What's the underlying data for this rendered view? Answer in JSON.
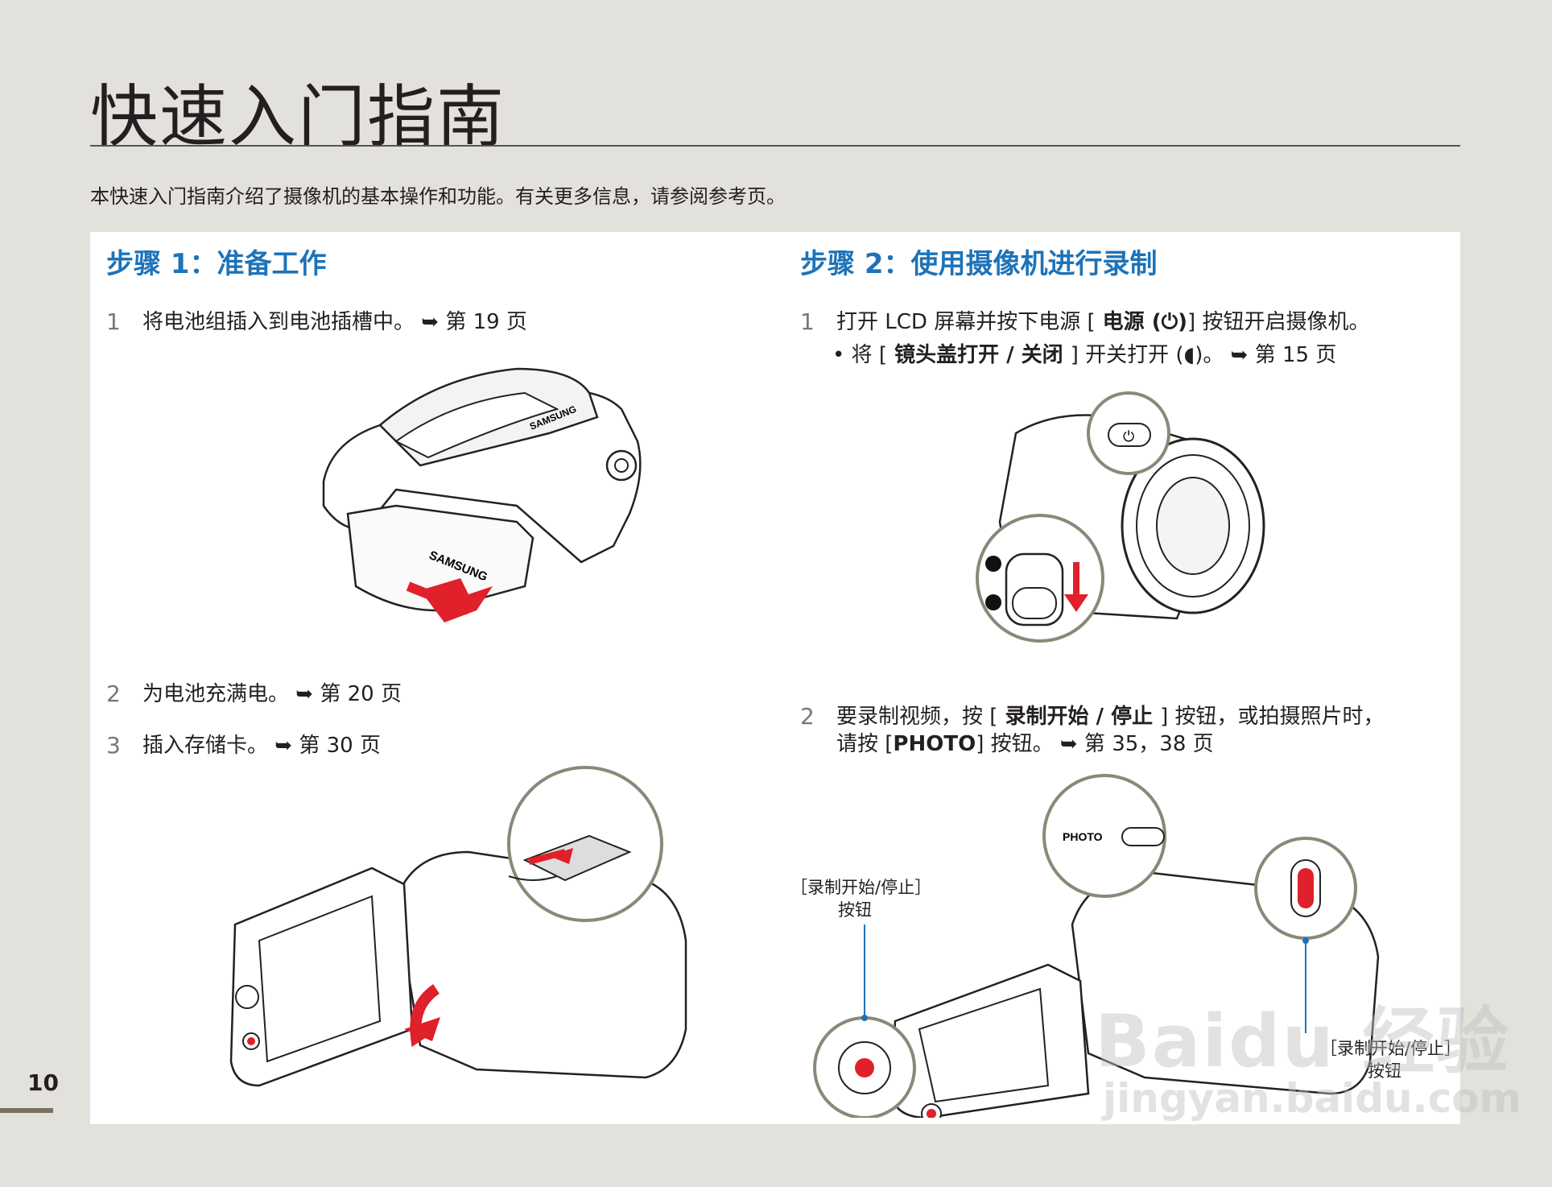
{
  "page": {
    "title": "快速入门指南",
    "intro": "本快速入门指南介绍了摄像机的基本操作和功能。有关更多信息，请参阅参考页。",
    "page_number": "10"
  },
  "step1": {
    "heading": "步骤 1：准备工作",
    "items": [
      {
        "num": "1",
        "text": "将电池组插入到电池插槽中。",
        "ref": "➥ 第 19 页"
      },
      {
        "num": "2",
        "text": "为电池充满电。",
        "ref": "➥ 第 20 页"
      },
      {
        "num": "3",
        "text": "插入存储卡。",
        "ref": "➥ 第 30 页"
      }
    ],
    "battery_brand_1": "SAMSUNG",
    "battery_brand_2": "SAMSUNG"
  },
  "step2": {
    "heading": "步骤 2：使用摄像机进行录制",
    "item1": {
      "num": "1",
      "pre": "打开 LCD 屏幕并按下电源 [",
      "key": " 电源 (⏻)",
      "post": "] 按钮开启摄像机。"
    },
    "bullet": {
      "pre": "•  将 [",
      "key": " 镜头盖打开 / 关闭 ",
      "post": "] 开关打开 (◖)。",
      "ref": "➥ 第 15 页"
    },
    "item2": {
      "num": "2",
      "line1_pre": "要录制视频，按 [",
      "line1_key": " 录制开始 / 停止 ",
      "line1_post": "] 按钮，或拍摄照片时，",
      "line2_pre": "请按 [",
      "line2_key": "PHOTO",
      "line2_post": "] 按钮。",
      "ref": "➥ 第 35，38 页"
    },
    "photo_label": "PHOTO",
    "left_caption_1": "［录制开始/停止］",
    "left_caption_2": "按钮",
    "right_caption_1": "［录制开始/停止］",
    "right_caption_2": "按钮"
  },
  "watermark": {
    "line1": "Baidu 经验",
    "line2": "jingyan.baidu.com"
  },
  "colors": {
    "heading_blue": "#1e73b8",
    "accent_red": "#e0202a",
    "background": "#e3e1dc"
  }
}
